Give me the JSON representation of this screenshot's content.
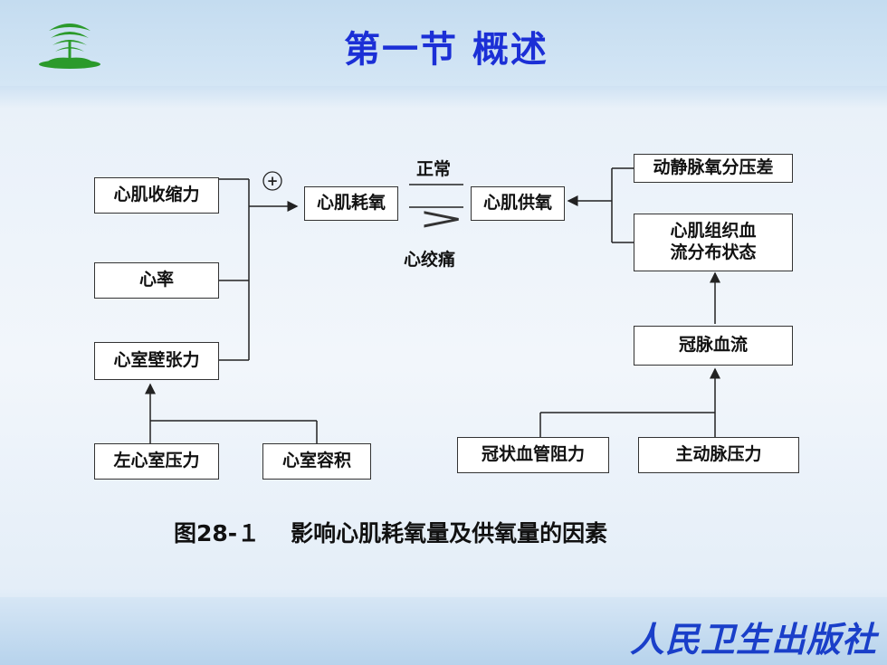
{
  "title": "第一节  概述",
  "nodes": {
    "contractility": "心肌收缩力",
    "heart_rate": "心率",
    "wall_tension": "心室壁张力",
    "lv_pressure": "左心室压力",
    "ventricular_volume": "心室容积",
    "oxygen_consumption": "心肌耗氧",
    "oxygen_supply": "心肌供氧",
    "av_oxygen_diff": "动静脉氧分压差",
    "tissue_flow_line1": "心肌组织血",
    "tissue_flow_line2": "流分布状态",
    "coronary_flow": "冠脉血流",
    "coronary_resistance": "冠状血管阻力",
    "aortic_pressure": "主动脉压力"
  },
  "labels": {
    "normal": "正常",
    "angina": "心绞痛",
    "greater_than": ">",
    "plus_sign": "+"
  },
  "caption": {
    "figure_number": "图28-１",
    "text": "影响心肌耗氧量及供氧量的因素"
  },
  "publisher": "人民卫生出版社"
}
